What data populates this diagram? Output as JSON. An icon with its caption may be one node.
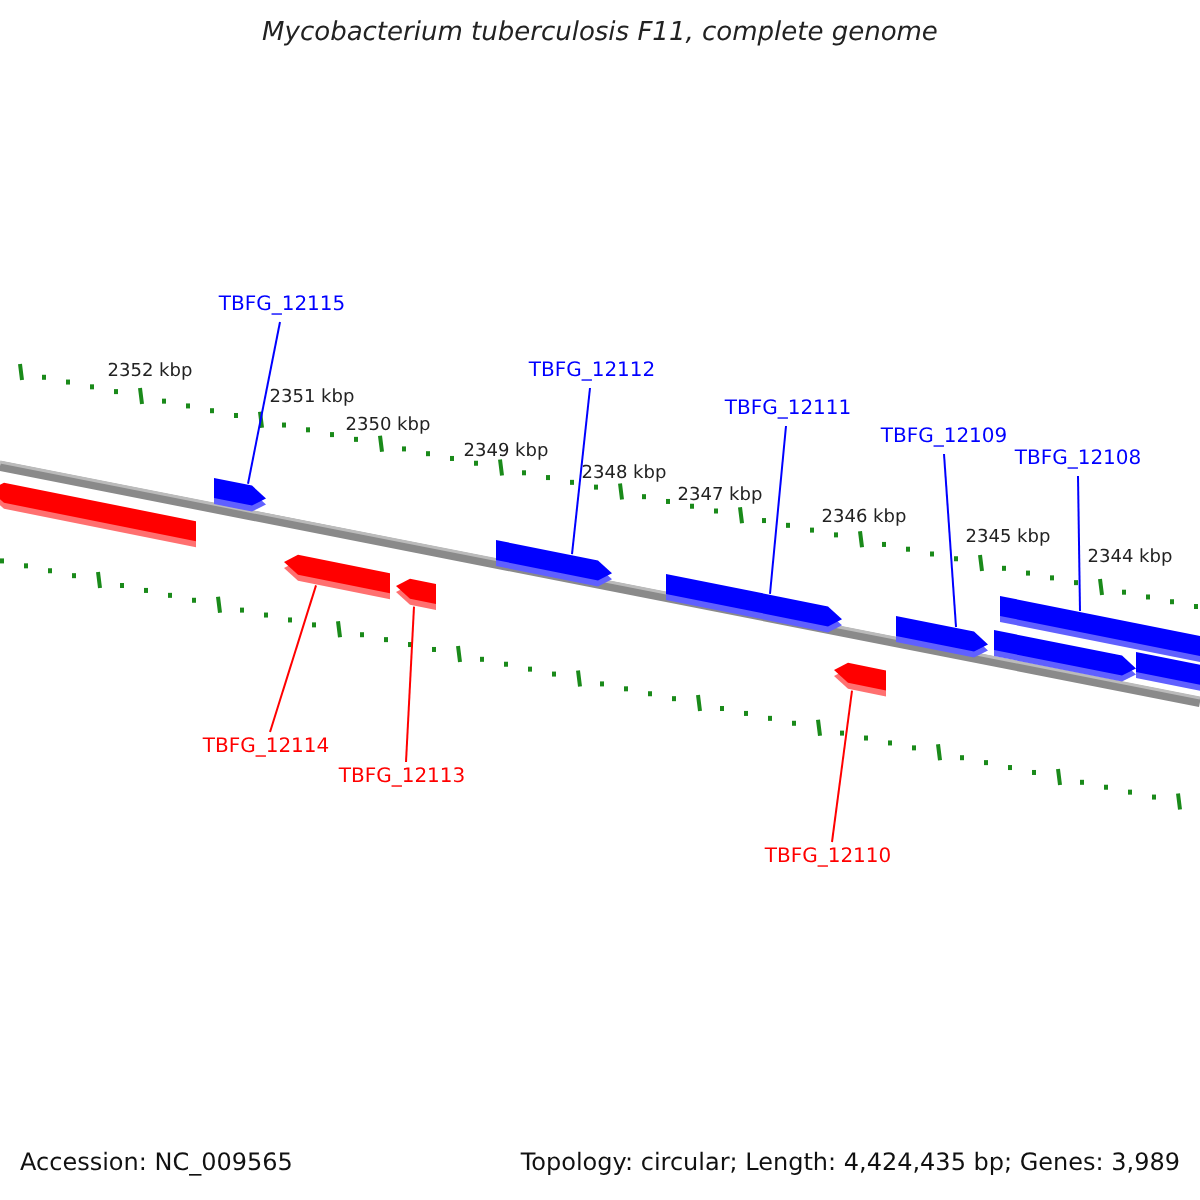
{
  "diagram": {
    "title": "Mycobacterium tuberculosis F11, complete genome",
    "nodes": [
      {
        "text": [
          "TBFG_12115"
        ]
      },
      {
        "text": [
          "TBFG_12112"
        ]
      },
      {
        "text": [
          "TBFG_12111"
        ]
      },
      {
        "text": [
          "TBFG_12109"
        ]
      },
      {
        "text": [
          "TBFG_12108"
        ]
      },
      {
        "text": [
          "TBFG_12114"
        ]
      },
      {
        "text": [
          "TBFG_12113"
        ]
      },
      {
        "text": [
          "TBFG_12110"
        ]
      },
      {
        "text": [],
        "shape": "bar"
      },
      {
        "text": [],
        "shape": "bar"
      },
      {
        "text": [],
        "shape": "bar"
      },
      {
        "text": [],
        "shape": "bar"
      },
      {
        "text": [],
        "shape": "bar"
      },
      {
        "text": [],
        "shape": "bar"
      },
      {
        "text": [],
        "shape": "bar"
      },
      {
        "text": [],
        "shape": "bar"
      },
      {
        "text": [],
        "shape": "bar"
      },
      {
        "text": [],
        "shape": "bar"
      },
      {
        "text": [],
        "shape": "bar"
      }
    ],
    "edges": [
      {
        "from": 0,
        "to": 9,
        "arrow": "none"
      },
      {
        "from": 1,
        "to": 12,
        "arrow": "none"
      },
      {
        "from": 2,
        "to": 13,
        "arrow": "none"
      },
      {
        "from": 3,
        "to": 15,
        "arrow": "none"
      },
      {
        "from": 4,
        "to": 17,
        "arrow": "none"
      },
      {
        "from": 5,
        "to": 10,
        "arrow": "none",
        "color": "#ff0000"
      },
      {
        "from": 6,
        "to": 11,
        "arrow": "none",
        "color": "#ff0000"
      },
      {
        "from": 7,
        "to": 14,
        "arrow": "none",
        "color": "#ff0000"
      }
    ],
    "labels": [
      "2352 kbp",
      "2351 kbp",
      "2350 kbp",
      "2349 kbp",
      "2348 kbp",
      "2347 kbp",
      "2346 kbp",
      "2345 kbp",
      "2344 kbp",
      "Accession: NC_009565",
      "Topology: circular; Length: 4,424,435 bp; Genes: 3,989"
    ]
  }
}
